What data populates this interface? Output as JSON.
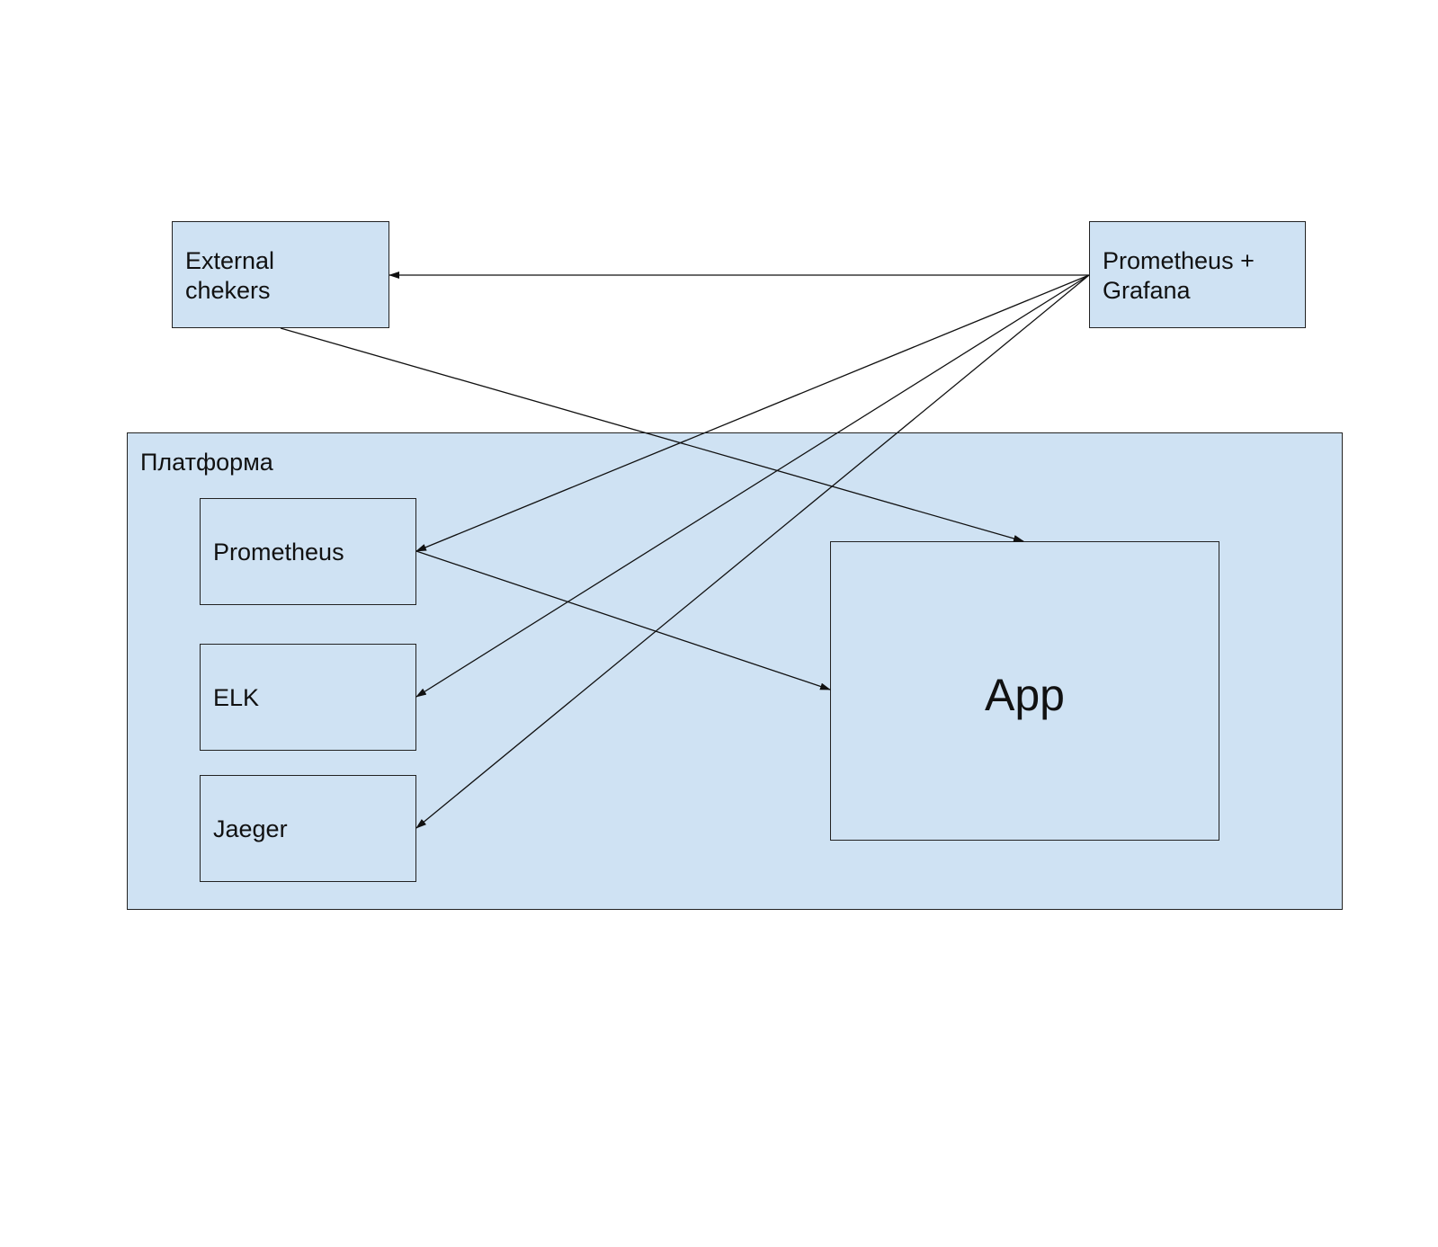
{
  "diagram": {
    "platform_label": "Платформа",
    "external_checkers_label": "External\nchekers",
    "prometheus_grafana_label": "Prometheus +\nGrafana",
    "prometheus_label": "Prometheus",
    "elk_label": "ELK",
    "jaeger_label": "Jaeger",
    "app_label": "App",
    "colors": {
      "node_fill": "#cfe2f3",
      "border": "#222222",
      "edge": "#111111",
      "background": "#ffffff"
    },
    "edges": [
      {
        "from": "prometheus-grafana",
        "to": "external-checkers"
      },
      {
        "from": "prometheus-grafana",
        "to": "prometheus"
      },
      {
        "from": "prometheus-grafana",
        "to": "elk"
      },
      {
        "from": "prometheus-grafana",
        "to": "jaeger"
      },
      {
        "from": "external-checkers",
        "to": "app"
      },
      {
        "from": "prometheus",
        "to": "app"
      }
    ]
  }
}
